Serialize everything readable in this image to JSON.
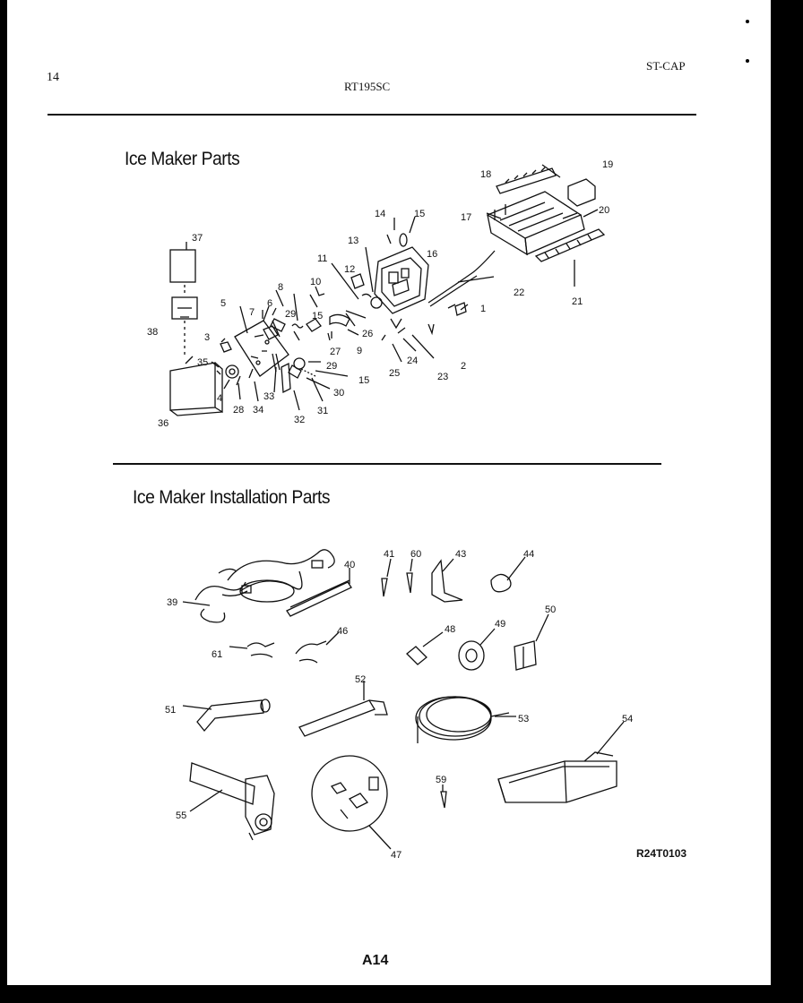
{
  "header": {
    "page_number": "14",
    "model": "RT195SC",
    "code": "ST-CAP"
  },
  "sections": {
    "parts_title": "Ice Maker Parts",
    "install_title": "Ice Maker Installation Parts"
  },
  "callouts": {
    "c1": "1",
    "c2": "2",
    "c3": "3",
    "c4": "4",
    "c5": "5",
    "c6": "6",
    "c7": "7",
    "c8": "8",
    "c9": "9",
    "c10": "10",
    "c11": "11",
    "c12": "12",
    "c13": "13",
    "c14": "14",
    "c15": "15",
    "c16": "16",
    "c17": "17",
    "c18": "18",
    "c19": "19",
    "c20": "20",
    "c21": "21",
    "c22": "22",
    "c23": "23",
    "c24": "24",
    "c25": "25",
    "c26": "26",
    "c27": "27",
    "c28": "28",
    "c29": "29",
    "c30": "30",
    "c31": "31",
    "c32": "32",
    "c33": "33",
    "c34": "34",
    "c35": "35",
    "c36": "36",
    "c37": "37",
    "c38": "38",
    "c39": "39",
    "c40": "40",
    "c41": "41",
    "c43": "43",
    "c44": "44",
    "c46": "46",
    "c47": "47",
    "c48": "48",
    "c49": "49",
    "c50": "50",
    "c51": "51",
    "c52": "52",
    "c53": "53",
    "c54": "54",
    "c55": "55",
    "c59": "59",
    "c60": "60",
    "c61": "61"
  },
  "footer": {
    "reference": "R24T0103",
    "page_label": "A14"
  }
}
